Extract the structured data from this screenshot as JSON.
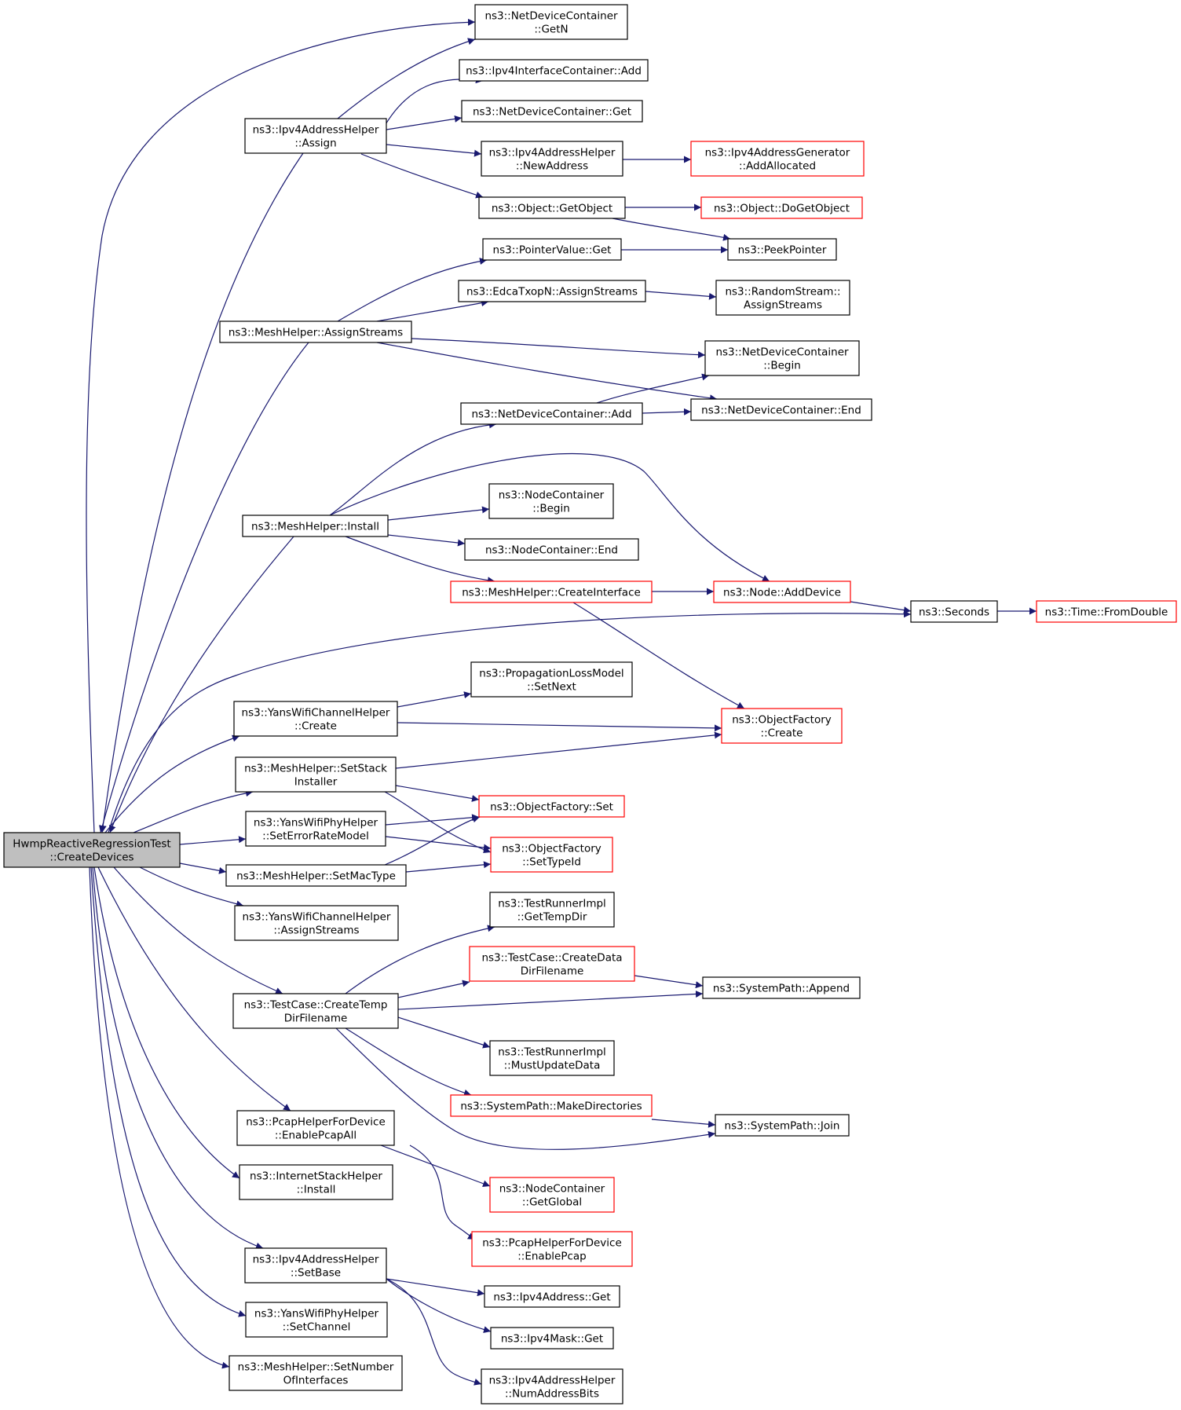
{
  "colors": {
    "edge": "#191970",
    "root_fill": "#bfbfbf",
    "normal_border": "#000000",
    "truncated_border": "#ff0000"
  },
  "nodes": [
    {
      "id": "root",
      "lines": [
        "HwmpReactiveRegressionTest",
        "::CreateDevices"
      ],
      "style": "root"
    },
    {
      "id": "ndc_getn",
      "lines": [
        "ns3::NetDeviceContainer",
        "::GetN"
      ],
      "style": "normal"
    },
    {
      "id": "ipv4ic_add",
      "lines": [
        "ns3::Ipv4InterfaceContainer::Add"
      ],
      "style": "normal"
    },
    {
      "id": "ndc_get",
      "lines": [
        "ns3::NetDeviceContainer::Get"
      ],
      "style": "normal"
    },
    {
      "id": "ipv4ah_newaddr",
      "lines": [
        "ns3::Ipv4AddressHelper",
        "::NewAddress"
      ],
      "style": "normal"
    },
    {
      "id": "ipv4ag_addalloc",
      "lines": [
        "ns3::Ipv4AddressGenerator",
        "::AddAllocated"
      ],
      "style": "truncated"
    },
    {
      "id": "ipv4ah_assign",
      "lines": [
        "ns3::Ipv4AddressHelper",
        "::Assign"
      ],
      "style": "normal"
    },
    {
      "id": "obj_getobject",
      "lines": [
        "ns3::Object::GetObject"
      ],
      "style": "normal"
    },
    {
      "id": "obj_dogetobject",
      "lines": [
        "ns3::Object::DoGetObject"
      ],
      "style": "truncated"
    },
    {
      "id": "pv_get",
      "lines": [
        "ns3::PointerValue::Get"
      ],
      "style": "normal"
    },
    {
      "id": "peekpointer",
      "lines": [
        "ns3::PeekPointer"
      ],
      "style": "normal"
    },
    {
      "id": "edca_assign",
      "lines": [
        "ns3::EdcaTxopN::AssignStreams"
      ],
      "style": "normal"
    },
    {
      "id": "rs_assign",
      "lines": [
        "ns3::RandomStream::",
        "AssignStreams"
      ],
      "style": "normal"
    },
    {
      "id": "mh_assignstreams",
      "lines": [
        "ns3::MeshHelper::AssignStreams"
      ],
      "style": "normal"
    },
    {
      "id": "ndc_begin",
      "lines": [
        "ns3::NetDeviceContainer",
        "::Begin"
      ],
      "style": "normal"
    },
    {
      "id": "ndc_add",
      "lines": [
        "ns3::NetDeviceContainer::Add"
      ],
      "style": "normal"
    },
    {
      "id": "ndc_end",
      "lines": [
        "ns3::NetDeviceContainer::End"
      ],
      "style": "normal"
    },
    {
      "id": "nc_begin",
      "lines": [
        "ns3::NodeContainer",
        "::Begin"
      ],
      "style": "normal"
    },
    {
      "id": "mh_install",
      "lines": [
        "ns3::MeshHelper::Install"
      ],
      "style": "normal"
    },
    {
      "id": "nc_end",
      "lines": [
        "ns3::NodeContainer::End"
      ],
      "style": "normal"
    },
    {
      "id": "mh_createif",
      "lines": [
        "ns3::MeshHelper::CreateInterface"
      ],
      "style": "truncated"
    },
    {
      "id": "node_adddevice",
      "lines": [
        "ns3::Node::AddDevice"
      ],
      "style": "truncated"
    },
    {
      "id": "seconds",
      "lines": [
        "ns3::Seconds"
      ],
      "style": "normal"
    },
    {
      "id": "time_fromdouble",
      "lines": [
        "ns3::Time::FromDouble"
      ],
      "style": "truncated"
    },
    {
      "id": "plm_setnext",
      "lines": [
        "ns3::PropagationLossModel",
        "::SetNext"
      ],
      "style": "normal"
    },
    {
      "id": "ywch_create",
      "lines": [
        "ns3::YansWifiChannelHelper",
        "::Create"
      ],
      "style": "normal"
    },
    {
      "id": "of_create",
      "lines": [
        "ns3::ObjectFactory",
        "::Create"
      ],
      "style": "truncated"
    },
    {
      "id": "mh_setstack",
      "lines": [
        "ns3::MeshHelper::SetStack",
        "Installer"
      ],
      "style": "normal"
    },
    {
      "id": "of_set",
      "lines": [
        "ns3::ObjectFactory::Set"
      ],
      "style": "truncated"
    },
    {
      "id": "ywph_seterm",
      "lines": [
        "ns3::YansWifiPhyHelper",
        "::SetErrorRateModel"
      ],
      "style": "normal"
    },
    {
      "id": "of_settypeid",
      "lines": [
        "ns3::ObjectFactory",
        "::SetTypeId"
      ],
      "style": "truncated"
    },
    {
      "id": "mh_setmactype",
      "lines": [
        "ns3::MeshHelper::SetMacType"
      ],
      "style": "normal"
    },
    {
      "id": "ywch_assign",
      "lines": [
        "ns3::YansWifiChannelHelper",
        "::AssignStreams"
      ],
      "style": "normal"
    },
    {
      "id": "tri_gettempdir",
      "lines": [
        "ns3::TestRunnerImpl",
        "::GetTempDir"
      ],
      "style": "normal"
    },
    {
      "id": "tc_createdata",
      "lines": [
        "ns3::TestCase::CreateData",
        "DirFilename"
      ],
      "style": "truncated"
    },
    {
      "id": "sp_append",
      "lines": [
        "ns3::SystemPath::Append"
      ],
      "style": "normal"
    },
    {
      "id": "tc_createtemp",
      "lines": [
        "ns3::TestCase::CreateTemp",
        "DirFilename"
      ],
      "style": "normal"
    },
    {
      "id": "tri_mustupdate",
      "lines": [
        "ns3::TestRunnerImpl",
        "::MustUpdateData"
      ],
      "style": "normal"
    },
    {
      "id": "sp_makedirs",
      "lines": [
        "ns3::SystemPath::MakeDirectories"
      ],
      "style": "truncated"
    },
    {
      "id": "sp_join",
      "lines": [
        "ns3::SystemPath::Join"
      ],
      "style": "normal"
    },
    {
      "id": "phfd_enableall",
      "lines": [
        "ns3::PcapHelperForDevice",
        "::EnablePcapAll"
      ],
      "style": "normal"
    },
    {
      "id": "nc_getglobal",
      "lines": [
        "ns3::NodeContainer",
        "::GetGlobal"
      ],
      "style": "truncated"
    },
    {
      "id": "ish_install",
      "lines": [
        "ns3::InternetStackHelper",
        "::Install"
      ],
      "style": "normal"
    },
    {
      "id": "phfd_enable",
      "lines": [
        "ns3::PcapHelperForDevice",
        "::EnablePcap"
      ],
      "style": "truncated"
    },
    {
      "id": "ipv4ah_setbase",
      "lines": [
        "ns3::Ipv4AddressHelper",
        "::SetBase"
      ],
      "style": "normal"
    },
    {
      "id": "ipv4addr_get",
      "lines": [
        "ns3::Ipv4Address::Get"
      ],
      "style": "normal"
    },
    {
      "id": "ipv4mask_get",
      "lines": [
        "ns3::Ipv4Mask::Get"
      ],
      "style": "normal"
    },
    {
      "id": "ywph_setchannel",
      "lines": [
        "ns3::YansWifiPhyHelper",
        "::SetChannel"
      ],
      "style": "normal"
    },
    {
      "id": "mh_setnumif",
      "lines": [
        "ns3::MeshHelper::SetNumber",
        "OfInterfaces"
      ],
      "style": "normal"
    },
    {
      "id": "ipv4ah_numbits",
      "lines": [
        "ns3::Ipv4AddressHelper",
        "::NumAddressBits"
      ],
      "style": "normal"
    }
  ]
}
